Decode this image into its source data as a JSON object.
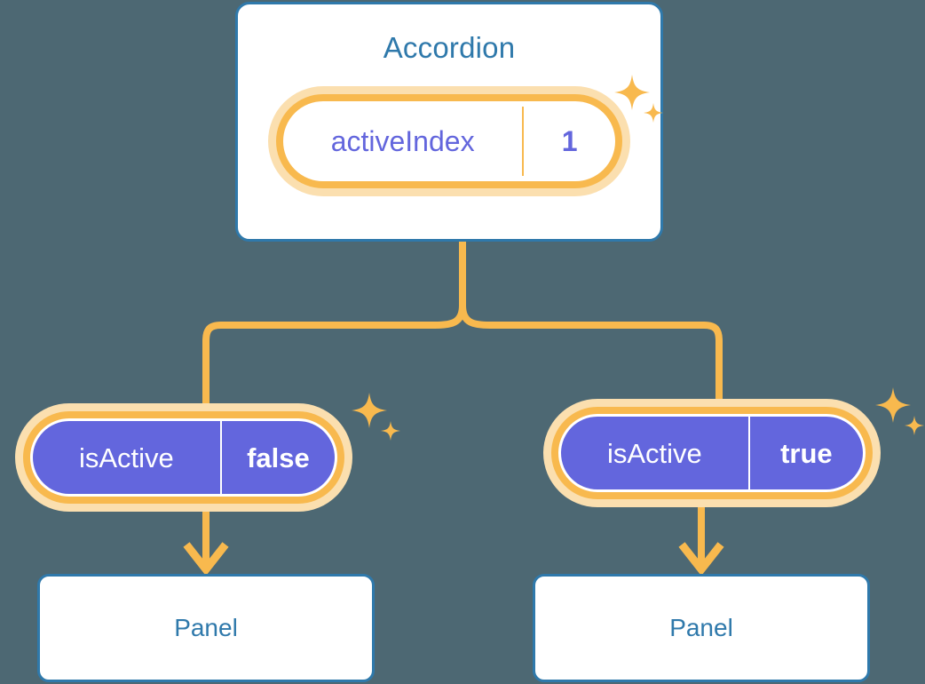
{
  "theme": {
    "background": "#4d6873",
    "card_border": "#2f79ab",
    "card_fill": "#ffffff",
    "title_text": "#2f79ab",
    "accent_orange": "#f8b94e",
    "accent_orange_soft": "#fbdfaf",
    "state_fill": "#6366dd",
    "state_text": "#ffffff",
    "prop_text": "#6366dd"
  },
  "diagram": {
    "type": "component-tree",
    "root": {
      "name": "accordion-card",
      "title": "Accordion",
      "state": {
        "key": "activeIndex",
        "value": "1"
      }
    },
    "children": [
      {
        "name": "branch-left",
        "prop": {
          "key": "isActive",
          "value": "false"
        },
        "panel": {
          "title": "Panel"
        }
      },
      {
        "name": "branch-right",
        "prop": {
          "key": "isActive",
          "value": "true"
        },
        "panel": {
          "title": "Panel"
        }
      }
    ]
  },
  "icons": {
    "sparkle": "sparkle-icon",
    "arrow_down": "arrow-down-icon"
  }
}
